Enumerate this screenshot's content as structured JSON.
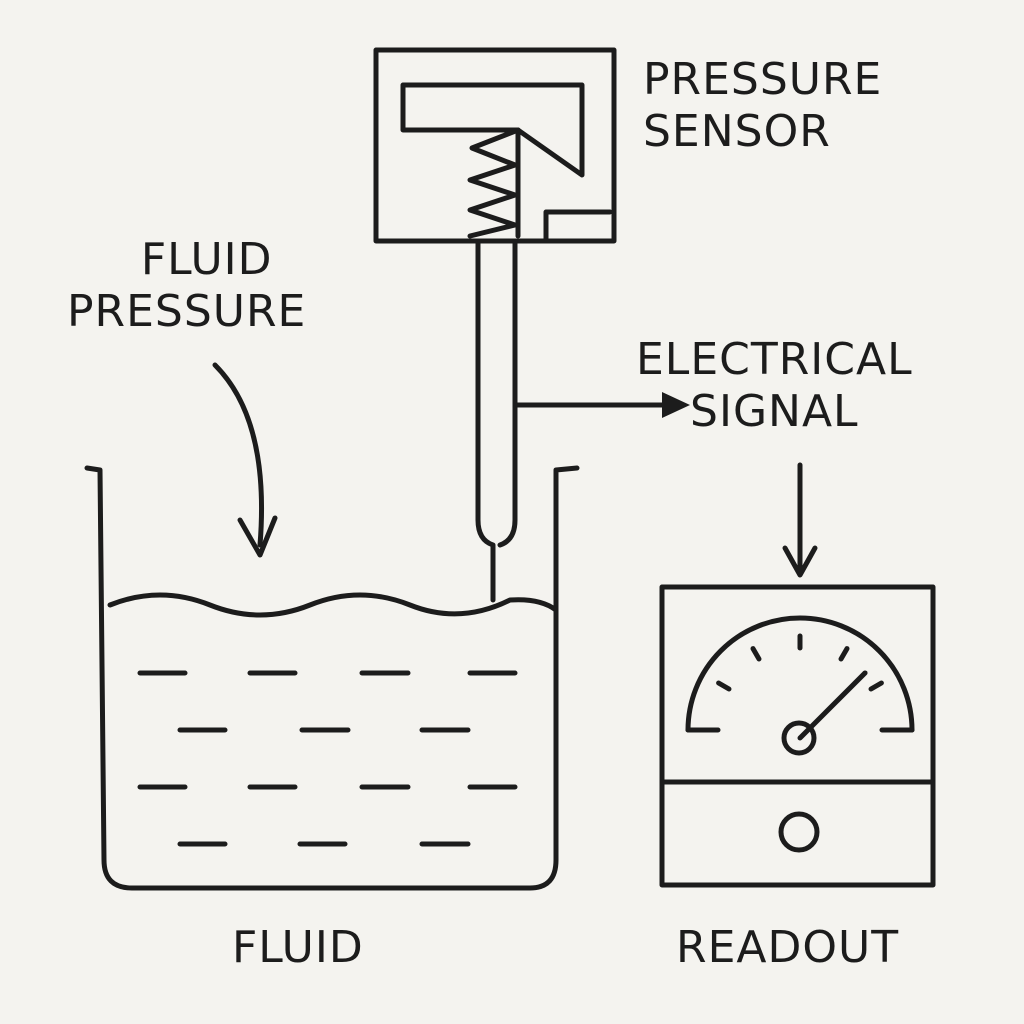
{
  "labels": {
    "pressure_sensor": [
      "PRESSURE",
      "SENSOR"
    ],
    "fluid_pressure": [
      "FLUID",
      "PRESSURE"
    ],
    "electrical_signal": [
      "ELECTRICAL",
      "SIGNAL"
    ],
    "fluid": "FLUID",
    "readout": "READOUT"
  },
  "gauge": {
    "needle_fraction": 0.75,
    "tick_count": 7
  }
}
